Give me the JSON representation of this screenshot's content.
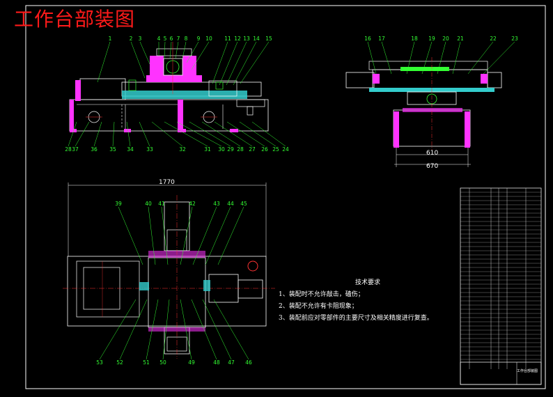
{
  "title": "工作台部装图",
  "notes": {
    "heading": "技术要求",
    "items": [
      "1、装配时不允许敲击，磕伤；",
      "2、装配不允许有卡阻现象；",
      "3、装配前应对零部件的主要尺寸及相关精度进行复查。"
    ]
  },
  "dimensions": {
    "overall_length": "1770",
    "side_width_inner": "610",
    "side_width_outer": "670"
  },
  "callouts_front": [
    "1",
    "2",
    "3",
    "4",
    "5",
    "6",
    "7",
    "8",
    "9",
    "10",
    "11",
    "12",
    "13",
    "14",
    "15"
  ],
  "callouts_front_bottom": [
    "28",
    "37",
    "36",
    "35",
    "34",
    "33",
    "32",
    "31",
    "30",
    "29",
    "28",
    "27",
    "26",
    "25",
    "24"
  ],
  "callouts_side": [
    "16",
    "17",
    "18",
    "19",
    "20",
    "21",
    "22",
    "23"
  ],
  "callouts_plan_top": [
    "39",
    "40",
    "41",
    "42",
    "43",
    "44",
    "45"
  ],
  "callouts_plan_bottom": [
    "53",
    "52",
    "51",
    "50",
    "49",
    "48",
    "47",
    "46"
  ],
  "title_block": {
    "drawing_name": "工作台部装图"
  },
  "colors": {
    "background": "#000000",
    "outline": "#ffffff",
    "callout": "#33ff33",
    "title": "#ff1a1a",
    "hatch": "#ff33ff",
    "centerline": "#ff3333",
    "cyan": "#33cccc"
  }
}
